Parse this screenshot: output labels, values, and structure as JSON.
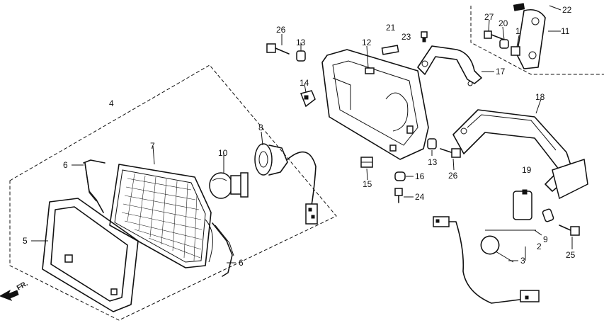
{
  "callouts": {
    "c1": "1",
    "c2": "2",
    "c3": "3",
    "c4": "4",
    "c5": "5",
    "c6a": "6",
    "c6b": "6",
    "c7": "7",
    "c8": "8",
    "c9": "9",
    "c10": "10",
    "c11": "11",
    "c12": "12",
    "c13a": "13",
    "c13b": "13",
    "c14": "14",
    "c15": "15",
    "c16": "16",
    "c17": "17",
    "c18": "18",
    "c19": "19",
    "c20": "20",
    "c21": "21",
    "c22": "22",
    "c23": "23",
    "c24": "24",
    "c25": "25",
    "c26a": "26",
    "c26b": "26",
    "c27": "27"
  },
  "direction_marker": {
    "label": "FR."
  },
  "colors": {
    "line": "#111111",
    "background": "#ffffff"
  }
}
